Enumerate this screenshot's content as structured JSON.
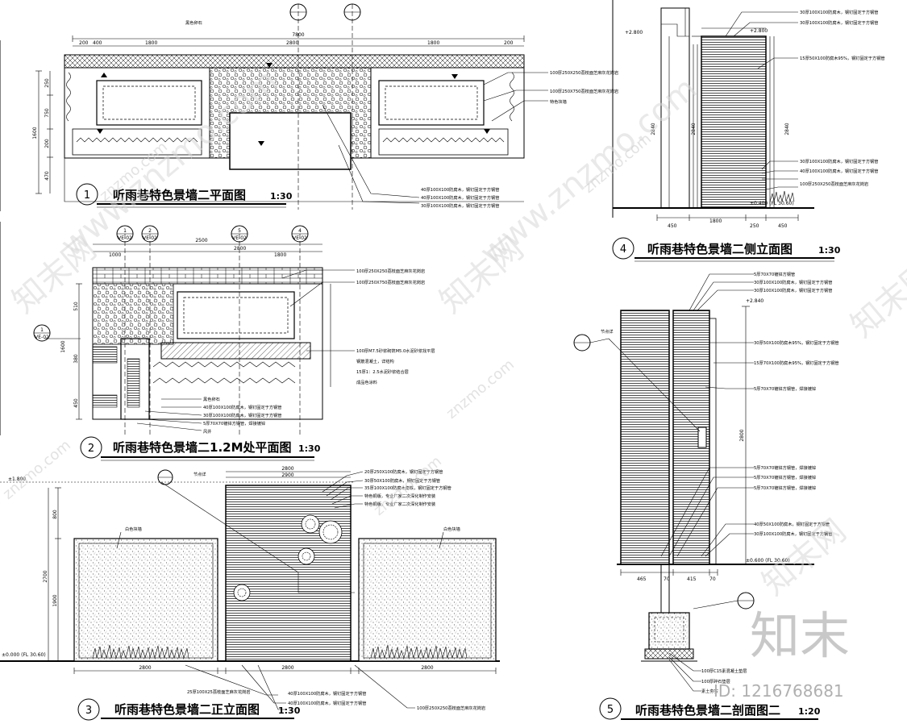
{
  "watermarks": {
    "site_en": "www.znzmo.com",
    "site_short": "znzmo.com",
    "logo_cn": "知末网",
    "logo_big": "知末",
    "id_label": "ID: 1216768681"
  },
  "views": [
    {
      "num": "1",
      "title": "听雨巷特色景墙二平面图",
      "scale": "1:30"
    },
    {
      "num": "2",
      "title": "听雨巷特色景墙二1.2M处平面图",
      "scale": "1:30"
    },
    {
      "num": "3",
      "title": "听雨巷特色景墙二正立面图",
      "scale": "1:30"
    },
    {
      "num": "4",
      "title": "听雨巷特色景墙二侧立面图",
      "scale": "1:30"
    },
    {
      "num": "5",
      "title": "听雨巷特色景墙二剖面图二",
      "scale": "1:20"
    }
  ],
  "plan1": {
    "top_dims": [
      "200",
      "400",
      "1800",
      "2800",
      "1800",
      "200"
    ],
    "overall": "7800",
    "left_dims": [
      "250",
      "750",
      "200",
      "470"
    ],
    "left_total": "1600",
    "label_top": "黑色卵石",
    "notes": [
      "100厚250X250荔枝面芝麻灰花岗岩",
      "100厚250X750荔枝面芝麻灰花岗岩",
      "特色块墙",
      "40厚100X100防腐木，钢钉固定于方钢管",
      "40厚100X100防腐木，钢钉固定于方钢管",
      "30厚100X100防腐木，钢钉固定于方钢管"
    ]
  },
  "plan2": {
    "top_dims": [
      "2500",
      "1000",
      "2800",
      "1800"
    ],
    "left_dims": [
      "510",
      "380",
      "450"
    ],
    "left_total": "1600",
    "notes": [
      "100厚250X250荔枝面芝麻灰花岗岩",
      "100厚250X750荔枝面芝麻灰花岗岩",
      "100厚M7.5砂浆砌筑M5.0水泥砂浆找平层",
      "钢筋混凝土，详结构",
      "15厚1：2.5水泥砂浆结合层",
      "成品色涂料",
      "黑色卵石",
      "40厚100X100防腐木，钢钉固定于方钢管",
      "30厚100X100防腐木，钢钉固定于方钢管",
      "5厚70X70镀锌方钢管，焊接镀锌",
      "风井"
    ],
    "markers": [
      [
        "1",
        "VE-02"
      ],
      [
        "2",
        "VE-02"
      ],
      [
        "5",
        "VE-02"
      ],
      [
        "4",
        "VE-02"
      ]
    ]
  },
  "elev3": {
    "left_label": "±1.800",
    "base_label": "±0.000 (FL 30.60)",
    "left_dims": [
      "800",
      "1900"
    ],
    "left_total": "2700",
    "bottom_dims": [
      "2800",
      "2800",
      "2800"
    ],
    "top_dims": [
      "2800",
      "2900"
    ],
    "wall_label": "白色块墙",
    "node": "节点详",
    "notes": [
      "20厚250X100防腐木，钢钉固定于方钢管",
      "30厚50X100防腐木，钢钉固定于方钢管",
      "35厚100X100防腐木角铁，钢钉固定于方钢管",
      "特色铜版，专业厂家二次深化制作安装",
      "特色铜版，专业厂家二次深化制作安装",
      "25厚100X25荔枝面芝麻灰花岗岩",
      "40厚100X100防腐木，钢钉固定于方钢管",
      "40厚100X100防腐木，钢钉固定于方钢管",
      "100厚250X250荔枝面芝麻灰花岗岩"
    ]
  },
  "side4": {
    "top_label": "+2.800",
    "bottom_label": "±0.400 (FL 30.60)",
    "dims_bottom": [
      "450",
      "1800",
      "250",
      "450"
    ],
    "height": "2840",
    "notes": [
      "30厚100X100防腐木，钢钉固定于方钢管",
      "30厚100X100防腐木，钢钉固定于方钢管",
      "15厚50X100防腐木95%，钢钉固定于方钢管",
      "30厚100X100防腐木，钢钉固定于方钢管",
      "40厚100X100防腐木，钢钉固定于方钢管",
      "100厚250X250荔枝面芝麻灰花岗岩"
    ]
  },
  "section5": {
    "top_label": "+2.840",
    "bottom_label": "±0.600 (FL 30.60)",
    "dims_bottom": [
      "465",
      "70",
      "415",
      "70"
    ],
    "height": "2800",
    "node": "节点详",
    "notes": [
      "5厚70X70镀锌方钢管",
      "30厚100X100防腐木，钢钉固定于方钢管",
      "30厚100X100防腐木，钢钉固定于方钢管",
      "30厚50X100防腐木95%，钢钉固定于方钢管",
      "15厚70X100防腐木95%，钢钉固定于方钢管",
      "5厚70X70镀锌方钢管，焊接镀锌",
      "5厚70X70镀锌方钢管，焊接镀锌",
      "5厚70X70镀锌方钢管，焊接镀锌",
      "5厚70X70镀锌方钢管，焊接镀锌",
      "40厚50X100防腐木，钢钉固定于方钢管",
      "30厚100X100防腐木，钢钉固定于方钢管",
      "100厚C15素混凝土垫层",
      "100厚碎石垫层",
      "素土夯实"
    ]
  }
}
